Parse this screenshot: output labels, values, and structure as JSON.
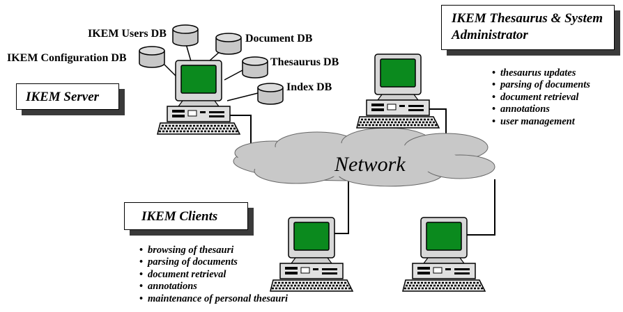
{
  "server": {
    "title": "IKEM Server",
    "databases": [
      {
        "label": "IKEM Users DB"
      },
      {
        "label": "Document DB"
      },
      {
        "label": "IKEM Configuration DB"
      },
      {
        "label": "Thesaurus DB"
      },
      {
        "label": "Index DB"
      }
    ]
  },
  "admin": {
    "title_line1": "IKEM Thesaurus & System",
    "title_line2": "Administrator",
    "tasks": [
      "thesaurus updates",
      "parsing of documents",
      "document retrieval",
      "annotations",
      "user management"
    ]
  },
  "network": {
    "label": "Network"
  },
  "clients": {
    "title": "IKEM Clients",
    "tasks": [
      "browsing of thesauri",
      "parsing of documents",
      "document retrieval",
      "annotations",
      "maintenance of personal thesauri"
    ]
  },
  "colors": {
    "screen": "#0b8a1e",
    "cloud": "#c8c8c8",
    "shadow": "#3a3a3a",
    "db": "#c8c8c8"
  }
}
